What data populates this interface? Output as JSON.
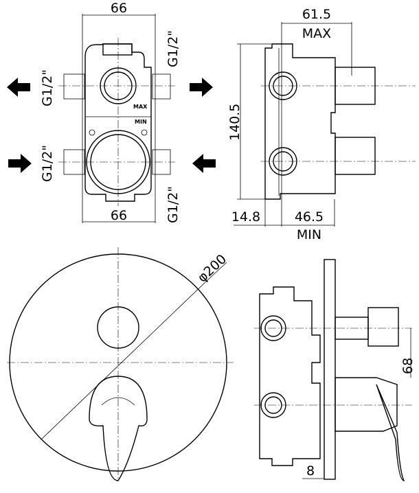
{
  "front_view": {
    "width_top": "66",
    "width_bottom": "66",
    "thread_top_right": "G1/2\"",
    "thread_top_left": "G1/2\"",
    "thread_bottom_left": "G1/2\"",
    "thread_bottom_right": "G1/2\"",
    "mark_max": "MAX",
    "mark_min": "MIN"
  },
  "side_view": {
    "depth_max": "61.5",
    "depth_max_label": "MAX",
    "height": "140.5",
    "offset": "14.8",
    "depth_min": "46.5",
    "depth_min_label": "MIN"
  },
  "plate_view": {
    "diameter": "φ200"
  },
  "installed_side_view": {
    "spacing": "68",
    "plate_thickness": "8"
  }
}
